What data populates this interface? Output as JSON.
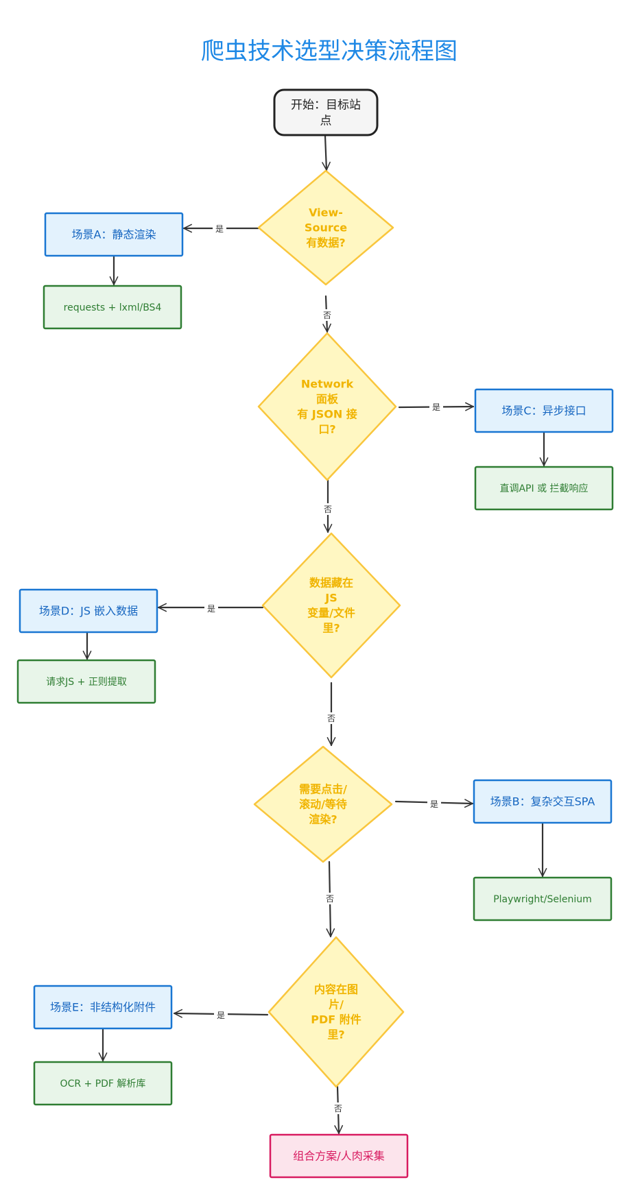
{
  "title": "爬虫技术选型决策流程图",
  "colors": {
    "title": "#1e88e5",
    "start_stroke": "#222222",
    "start_fill": "#f5f5f5",
    "decision_stroke": "#f9c63d",
    "decision_fill": "#fff7c2",
    "decision_text": "#f0b400",
    "scene_stroke": "#1976d2",
    "scene_fill": "#e3f2fd",
    "scene_text": "#1565c0",
    "tool_stroke": "#2e7d32",
    "tool_fill": "#e8f5e9",
    "tool_text": "#2e7d32",
    "end_stroke": "#d81b60",
    "end_fill": "#fce4ec",
    "end_text": "#d81b60",
    "edge": "#333333"
  },
  "nodes": {
    "start": {
      "lines": [
        "开始：目标站",
        "点"
      ]
    },
    "q1": {
      "lines": [
        "View-",
        "Source",
        "有数据?"
      ]
    },
    "q2": {
      "lines": [
        "Network",
        "面板",
        "有 JSON 接",
        "口?"
      ]
    },
    "q3": {
      "lines": [
        "数据藏在",
        "JS",
        "变量/文件",
        "里?"
      ]
    },
    "q4": {
      "lines": [
        "需要点击/",
        "滚动/等待",
        "渲染?"
      ]
    },
    "q5": {
      "lines": [
        "内容在图",
        "片/",
        "PDF 附件",
        "里?"
      ]
    },
    "sceneA": {
      "lines": [
        "场景A：静态渲染"
      ]
    },
    "toolA": {
      "lines": [
        "requests + lxml/BS4"
      ]
    },
    "sceneC": {
      "lines": [
        "场景C：异步接口"
      ]
    },
    "toolC": {
      "lines": [
        "直调API 或 拦截响应"
      ]
    },
    "sceneD": {
      "lines": [
        "场景D：JS 嵌入数据"
      ]
    },
    "toolD": {
      "lines": [
        "请求JS + 正则提取"
      ]
    },
    "sceneB": {
      "lines": [
        "场景B：复杂交互SPA"
      ]
    },
    "toolB": {
      "lines": [
        "Playwright/Selenium"
      ]
    },
    "sceneE": {
      "lines": [
        "场景E：非结构化附件"
      ]
    },
    "toolE": {
      "lines": [
        "OCR + PDF 解析库"
      ]
    },
    "end": {
      "lines": [
        "组合方案/人肉采集"
      ]
    }
  },
  "edge_labels": {
    "yes": "是",
    "no": "否"
  }
}
